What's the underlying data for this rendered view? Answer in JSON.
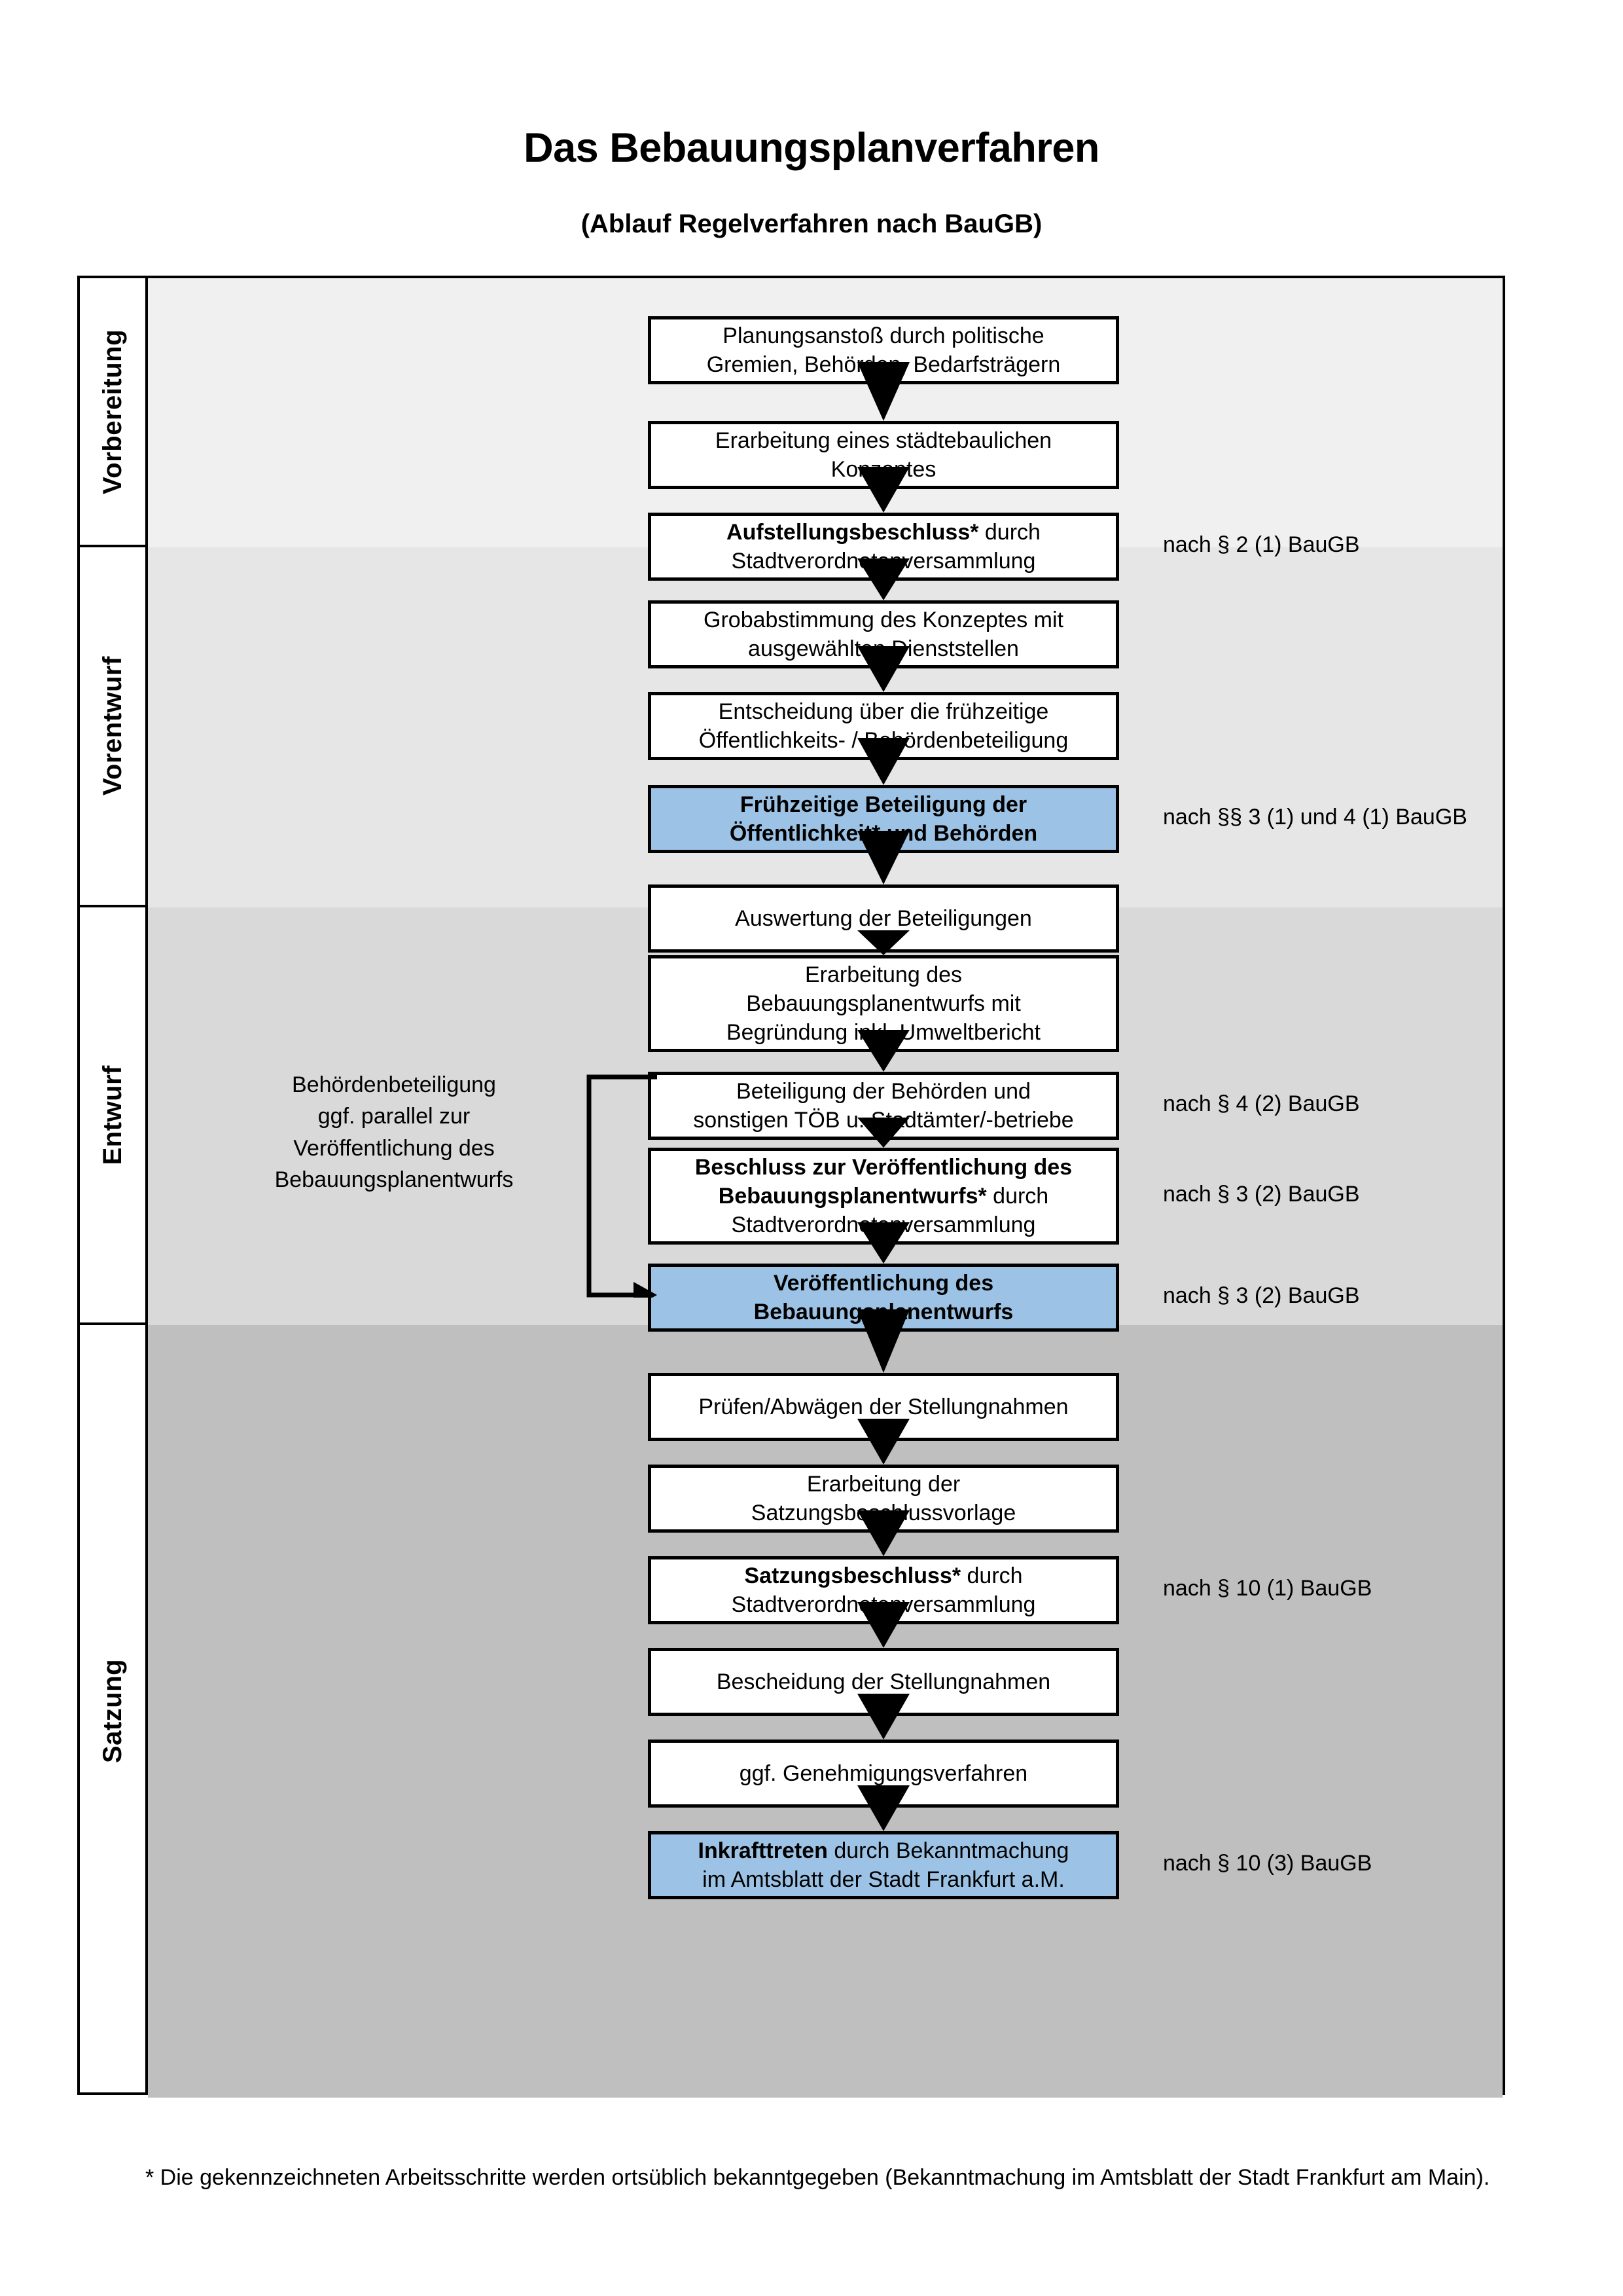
{
  "header": {
    "title": "Das Bebauungsplanverfahren",
    "subtitle": "(Ablauf Regelverfahren nach BauGB)"
  },
  "phases": [
    {
      "label": "Vorbereitung",
      "bg": "#F0F0F0"
    },
    {
      "label": "Vorentwurf",
      "bg": "#E6E6E6"
    },
    {
      "label": "Entwurf",
      "bg": "#D9D9D9"
    },
    {
      "label": "Satzung",
      "bg": "#BFBFBF"
    }
  ],
  "nodes": [
    {
      "id": "n1",
      "phase": "Vorbereitung",
      "highlight": false,
      "lines": [
        "Planungsanstoß durch politische",
        "Gremien, Behörden, Bedarfsträgern"
      ]
    },
    {
      "id": "n2",
      "phase": "Vorbereitung",
      "highlight": false,
      "lines": [
        "Erarbeitung eines städtebaulichen",
        "Konzeptes"
      ]
    },
    {
      "id": "n3",
      "phase": "Vorbereitung",
      "highlight": false,
      "bold_prefix": "Aufstellungsbeschluss*",
      "lines": [
        "Aufstellungsbeschluss* durch",
        "Stadtverordnetenversammlung"
      ]
    },
    {
      "id": "n4",
      "phase": "Vorentwurf",
      "highlight": false,
      "lines": [
        "Grobabstimmung des Konzeptes mit",
        "ausgewählten Dienststellen"
      ]
    },
    {
      "id": "n5",
      "phase": "Vorentwurf",
      "highlight": false,
      "lines": [
        "Entscheidung über die frühzeitige",
        "Öffentlichkeits- / Behördenbeteiligung"
      ]
    },
    {
      "id": "n6",
      "phase": "Vorentwurf",
      "highlight": true,
      "all_bold": true,
      "lines": [
        "Frühzeitige Beteiligung der",
        "Öffentlichkeit* und Behörden"
      ]
    },
    {
      "id": "n7",
      "phase": "Entwurf",
      "highlight": false,
      "lines": [
        "Auswertung der Beteiligungen"
      ]
    },
    {
      "id": "n8",
      "phase": "Entwurf",
      "highlight": false,
      "lines": [
        "Erarbeitung des",
        "Bebauungsplanentwurfs mit",
        "Begründung inkl. Umweltbericht"
      ]
    },
    {
      "id": "n9",
      "phase": "Entwurf",
      "highlight": false,
      "lines": [
        "Beteiligung der Behörden und",
        "sonstigen TÖB u. Stadtämter/-betriebe"
      ]
    },
    {
      "id": "n10",
      "phase": "Entwurf",
      "highlight": false,
      "bold_prefix": "Beschluss zur Veröffentlichung des Bebauungsplanentwurfs*",
      "lines": [
        "Beschluss zur Veröffentlichung des",
        "Bebauungsplanentwurfs* durch",
        "Stadtverordnetenversammlung"
      ]
    },
    {
      "id": "n11",
      "phase": "Entwurf",
      "highlight": true,
      "all_bold": true,
      "lines": [
        "Veröffentlichung des",
        "Bebauungsplanentwurfs"
      ]
    },
    {
      "id": "n12",
      "phase": "Satzung",
      "highlight": false,
      "lines": [
        "Prüfen/Abwägen der Stellungnahmen"
      ]
    },
    {
      "id": "n13",
      "phase": "Satzung",
      "highlight": false,
      "lines": [
        "Erarbeitung der",
        "Satzungsbeschlussvorlage"
      ]
    },
    {
      "id": "n14",
      "phase": "Satzung",
      "highlight": false,
      "bold_prefix": "Satzungsbeschluss*",
      "lines": [
        "Satzungsbeschluss* durch",
        "Stadtverordnetenversammlung"
      ]
    },
    {
      "id": "n15",
      "phase": "Satzung",
      "highlight": false,
      "lines": [
        "Bescheidung der Stellungnahmen"
      ]
    },
    {
      "id": "n16",
      "phase": "Satzung",
      "highlight": false,
      "lines": [
        "ggf. Genehmigungsverfahren"
      ]
    },
    {
      "id": "n17",
      "phase": "Satzung",
      "highlight": true,
      "bold_prefix": "Inkrafttreten",
      "lines": [
        "Inkrafttreten durch Bekanntmachung",
        "im Amtsblatt der Stadt Frankfurt a.M."
      ]
    }
  ],
  "references": [
    {
      "id": "r1",
      "text": "nach § 2 (1) BauGB",
      "for": "n3"
    },
    {
      "id": "r2",
      "text": "nach §§ 3 (1) und 4 (1) BauGB",
      "for": "n6"
    },
    {
      "id": "r3",
      "text": "nach § 4 (2) BauGB",
      "for": "n9"
    },
    {
      "id": "r4",
      "text": "nach § 3 (2) BauGB",
      "for": "n10"
    },
    {
      "id": "r5",
      "text": "nach § 3 (2) BauGB",
      "for": "n11"
    },
    {
      "id": "r6",
      "text": "nach § 10 (1) BauGB",
      "for": "n14"
    },
    {
      "id": "r7",
      "text": "nach § 10 (3) BauGB",
      "for": "n17"
    }
  ],
  "sidenote": {
    "lines": [
      "Behördenbeteiligung",
      "ggf. parallel zur",
      "Veröffentlichung des",
      "Bebauungsplanentwurfs"
    ]
  },
  "footnote": {
    "text": "* Die gekennzeichneten Arbeitsschritte werden ortsüblich bekanntgegeben (Bekanntmachung im Amtsblatt  der Stadt Frankfurt am Main)."
  },
  "colors": {
    "highlight": "#9CC3E5",
    "border": "#000000",
    "page_bg": "#FFFFFF"
  }
}
